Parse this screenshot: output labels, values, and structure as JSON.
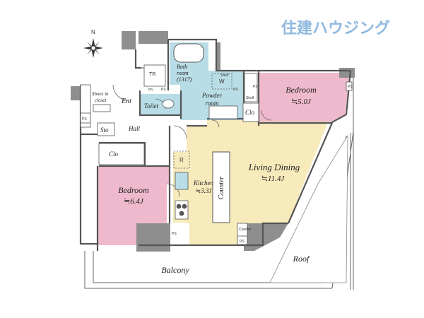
{
  "logo": {
    "text": "住建ハウジング",
    "color": "#8fb9df"
  },
  "compass": {
    "label": "N"
  },
  "rooms": {
    "living_dining": {
      "name": "Living Dining",
      "size": "≒11.4J"
    },
    "bedroom_right": {
      "name": "Bedroom",
      "size": "≒5.0J"
    },
    "bedroom_left": {
      "name": "Bedroom",
      "size": "≒6.4J"
    },
    "kitchen": {
      "name": "Kitchen",
      "size": "≒3.3J"
    },
    "bathroom": {
      "name": "Bath room",
      "size": "(1317)"
    },
    "powder_room": {
      "name": "Powder room"
    },
    "toilet": {
      "name": "Toilet"
    },
    "balcony": {
      "name": "Balcony"
    },
    "roof": {
      "name": "Roof"
    },
    "hall": {
      "name": "Hall"
    },
    "entrance": {
      "name": "Ent"
    },
    "shoes_closet": {
      "name": "Shoes in closet"
    }
  },
  "fixtures": {
    "tr": "TR",
    "ps": "PS",
    "clo": "Clo",
    "sto": "Sto",
    "shelf": "Shelf",
    "w": "W",
    "r": "R",
    "counter": "Counter",
    "inv": "Inv",
    "pd": "PD"
  },
  "colors": {
    "pink": "#efb9cd",
    "cream": "#f7eabb",
    "wet_blue": "#b9dde6",
    "wall": "#555555",
    "gray_wall": "#8e8e8e",
    "logo": "#8fb9df"
  }
}
